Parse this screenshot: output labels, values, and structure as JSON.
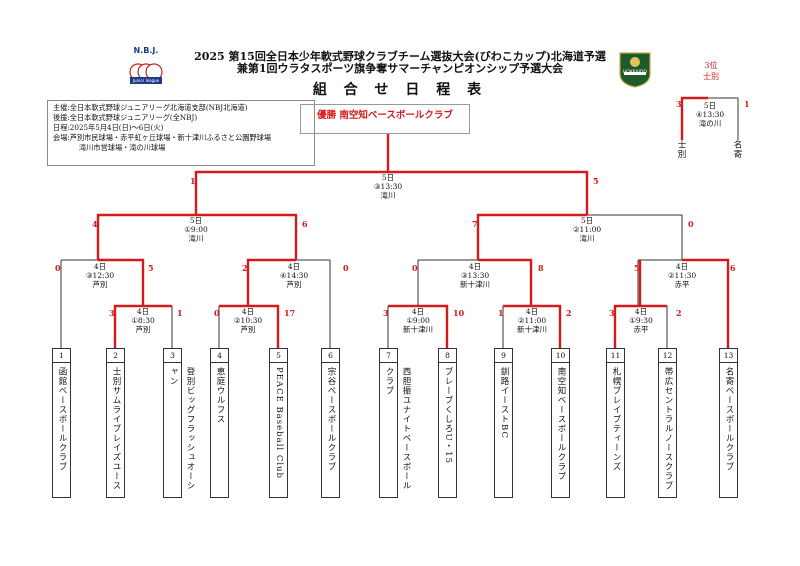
{
  "header": {
    "title_line1": "2025 第15回全日本少年軟式野球クラブチーム選抜大会(びわこカップ)北海道予選",
    "title_line2": "兼第1回ウラタスポーツ旗争奪サマーチャンピオンシップ予選大会",
    "subtitle": "組 合 せ 日 程 表"
  },
  "logos": {
    "left_text": "N.B.J.",
    "left_sub": "Junior league",
    "right_text": "HOKKAIDO"
  },
  "info": {
    "organizer": "主催:全日本軟式野球ジュニアリーグ北海道支部(NBJ北海道)",
    "sponsor": "後援:全日本軟式野球ジュニアリーグ(全NBJ)",
    "dates": "日程:2025年5月4日(日)～6日(火)",
    "venues1": "会場:芦別市民球場・赤平虹ヶ丘球場・新十津川ふるさと公園野球場",
    "venues2": "滝川市営球場・滝の川球場"
  },
  "champion": "優勝 南空知ベースボールクラブ",
  "third_place": {
    "label1": "3位",
    "label2": "士別",
    "match_day": "5日",
    "match_time": "④13:30",
    "match_venue": "滝の川",
    "score_left": "3",
    "score_right": "1",
    "team_left": "士別",
    "team_right": "名寄"
  },
  "teams": [
    {
      "num": "1",
      "name": "函館ベースボールクラブ"
    },
    {
      "num": "2",
      "name": "士別サムライブレイズユース"
    },
    {
      "num": "3",
      "name": "登別ビッグフラッシュオーシャン"
    },
    {
      "num": "4",
      "name": "恵庭ウルフス"
    },
    {
      "num": "5",
      "name": "PEACE Baseball Club"
    },
    {
      "num": "6",
      "name": "宗谷ベースボールクラブ"
    },
    {
      "num": "7",
      "name": "西胆振ユナイトベースボールクラブ"
    },
    {
      "num": "8",
      "name": "ブレーブくしろU・15"
    },
    {
      "num": "9",
      "name": "釧路イーストBC"
    },
    {
      "num": "10",
      "name": "南空知ベースボールクラブ"
    },
    {
      "num": "11",
      "name": "札幌ブレイブティーンズ"
    },
    {
      "num": "12",
      "name": "帯広セントラルノースクラブ"
    },
    {
      "num": "13",
      "name": "名寄ベースボールクラブ"
    }
  ],
  "matches": {
    "r1a": {
      "day": "4日",
      "time": "①8:30",
      "venue": "芦別",
      "s1": "3",
      "s2": "1"
    },
    "r1b": {
      "day": "4日",
      "time": "②10:30",
      "venue": "芦別",
      "s1": "0",
      "s2": "17"
    },
    "r1c": {
      "day": "4日",
      "time": "①9:00",
      "venue": "新十津川",
      "s1": "3",
      "s2": "10"
    },
    "r1d": {
      "day": "4日",
      "time": "②11:00",
      "venue": "新十津川",
      "s1": "1",
      "s2": "2"
    },
    "r1e": {
      "day": "4日",
      "time": "①9:30",
      "venue": "赤平",
      "s1": "3",
      "s2": "2"
    },
    "r2a": {
      "day": "4日",
      "time": "③12:30",
      "venue": "芦別",
      "s1": "0",
      "s2": "5"
    },
    "r2b": {
      "day": "4日",
      "time": "④14:30",
      "venue": "芦別",
      "s1": "2",
      "s2": "0"
    },
    "r2c": {
      "day": "4日",
      "time": "③13:30",
      "venue": "新十津川",
      "s1": "0",
      "s2": "8"
    },
    "r2d": {
      "day": "4日",
      "time": "②11:30",
      "venue": "赤平",
      "s1": "5",
      "s2": "6"
    },
    "r3a": {
      "day": "5日",
      "time": "①9:00",
      "venue": "滝川",
      "s1": "4",
      "s2": "6"
    },
    "r3b": {
      "day": "5日",
      "time": "②11:00",
      "venue": "滝川",
      "s1": "7",
      "s2": "0"
    },
    "final": {
      "day": "5日",
      "time": "③13:30",
      "venue": "滝川",
      "s1": "1",
      "s2": "5"
    }
  },
  "colors": {
    "winner_line": "#d41a1a",
    "line": "#333333"
  }
}
